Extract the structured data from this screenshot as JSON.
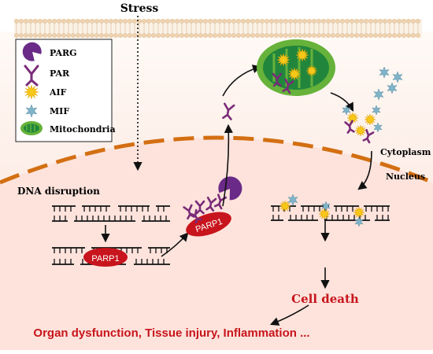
{
  "title": "Stress",
  "legend": {
    "items": [
      {
        "icon": "parg-icon",
        "label": "PARG"
      },
      {
        "icon": "par-icon",
        "label": "PAR"
      },
      {
        "icon": "aif-icon",
        "label": "AIF"
      },
      {
        "icon": "mif-icon",
        "label": "MIF"
      },
      {
        "icon": "mitochondria-icon",
        "label": "Mitochondria"
      }
    ]
  },
  "labels": {
    "dna_disruption": "DNA disruption",
    "cytoplasm": "Cytoplasm",
    "nucleus": "Nucleus",
    "parp1_a": "PARP1",
    "parp1_b": "PARP1",
    "cell_death": "Cell death",
    "outcome": "Organ dysfunction, Tissue injury, Inflammation ..."
  },
  "colors": {
    "membrane": "#f0d6b8",
    "membrane_head": "#ecd3b6",
    "nuclear_envelope": "#d36f12",
    "nucleus_fill": "#fde5e0",
    "parp": "#c8141c",
    "parg": "#6a2a87",
    "par": "#7a2b78",
    "aif": "#f7c719",
    "mif": "#7fb3c8",
    "mito_outer": "#66b23a",
    "mito_inner": "#21863c",
    "text_red": "#c8141c"
  }
}
